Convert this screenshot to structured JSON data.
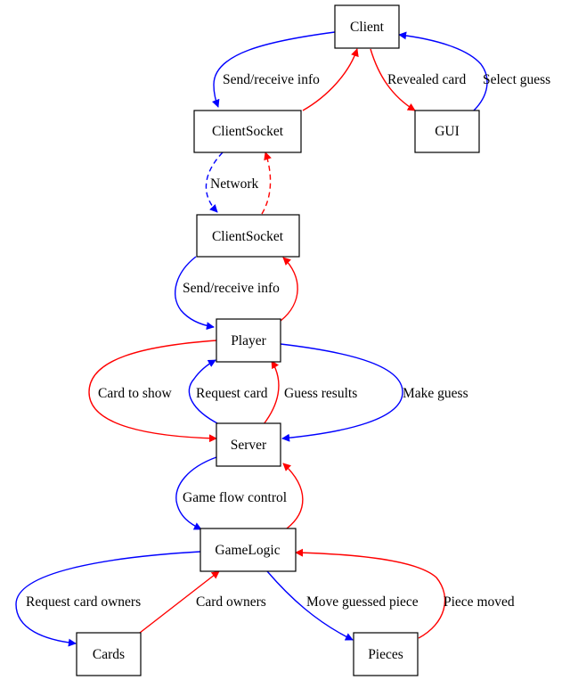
{
  "diagram": {
    "colors": {
      "blue": "#0000ff",
      "red": "#ff0000",
      "node_border": "#000000",
      "text": "#000000"
    },
    "nodes": {
      "client": "Client",
      "gui": "GUI",
      "client_socket_top": "ClientSocket",
      "client_socket_bottom": "ClientSocket",
      "player": "Player",
      "server": "Server",
      "game_logic": "GameLogic",
      "cards": "Cards",
      "pieces": "Pieces"
    },
    "edge_labels": {
      "client_to_socket": "Send/receive info",
      "client_to_gui": "Revealed card",
      "gui_to_client": "Select guess",
      "network": "Network",
      "socket_to_player": "Send/receive info",
      "card_to_show": "Card to show",
      "request_card": "Request card",
      "guess_results": "Guess results",
      "make_guess": "Make guess",
      "game_flow_control": "Game flow control",
      "request_card_owners": "Request card owners",
      "card_owners": "Card owners",
      "move_guessed_piece": "Move guessed piece",
      "piece_moved": "Piece moved"
    }
  }
}
